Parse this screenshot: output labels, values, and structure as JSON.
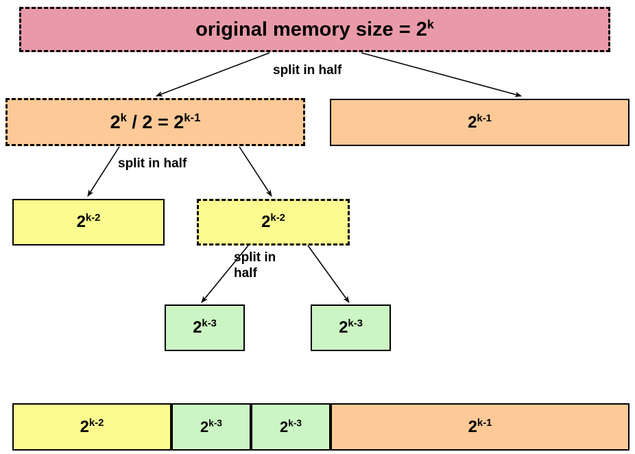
{
  "diagram": {
    "title_text": "original memory size = 2",
    "title_sup": "k",
    "colors": {
      "pink": "#E89AA8",
      "orange": "#FCC997",
      "yellow": "#FBFB8F",
      "green": "#CCF5C4",
      "stroke": "#000000",
      "background": "#FFFFFF"
    },
    "root": {
      "base": "2",
      "exponent": "k",
      "label": "original memory size = 2k",
      "border": "dashed",
      "fill": "#E89AA8"
    },
    "level1": [
      {
        "text": "2",
        "sup1": "k",
        "mid": " / 2 = 2",
        "sup2": "k-1",
        "label": "2k / 2 = 2k-1",
        "border": "dashed",
        "fill": "#FCC997"
      },
      {
        "text": "2",
        "sup1": "k-1",
        "label": "2k-1",
        "border": "solid",
        "fill": "#FCC997"
      }
    ],
    "level2": [
      {
        "text": "2",
        "sup1": "k-2",
        "label": "2k-2",
        "border": "solid",
        "fill": "#FBFB8F"
      },
      {
        "text": "2",
        "sup1": "k-2",
        "label": "2k-2",
        "border": "dashed",
        "fill": "#FBFB8F"
      }
    ],
    "level3": [
      {
        "text": "2",
        "sup1": "k-3",
        "label": "2k-3",
        "border": "solid",
        "fill": "#CCF5C4"
      },
      {
        "text": "2",
        "sup1": "k-3",
        "label": "2k-3",
        "border": "solid",
        "fill": "#CCF5C4"
      }
    ],
    "edge_labels": [
      {
        "text": "split in half"
      },
      {
        "text": "split in half"
      },
      {
        "text": "split in\nhalf"
      }
    ],
    "memory_bar": {
      "segments": [
        {
          "text": "2",
          "sup1": "k-2",
          "label": "2k-2",
          "fill": "#FBFB8F"
        },
        {
          "text": "2",
          "sup1": "k-3",
          "label": "2k-3",
          "fill": "#CCF5C4"
        },
        {
          "text": "2",
          "sup1": "k-3",
          "label": "2k-3",
          "fill": "#CCF5C4"
        },
        {
          "text": "2",
          "sup1": "k-1",
          "label": "2k-1",
          "fill": "#FCC997"
        }
      ]
    }
  }
}
